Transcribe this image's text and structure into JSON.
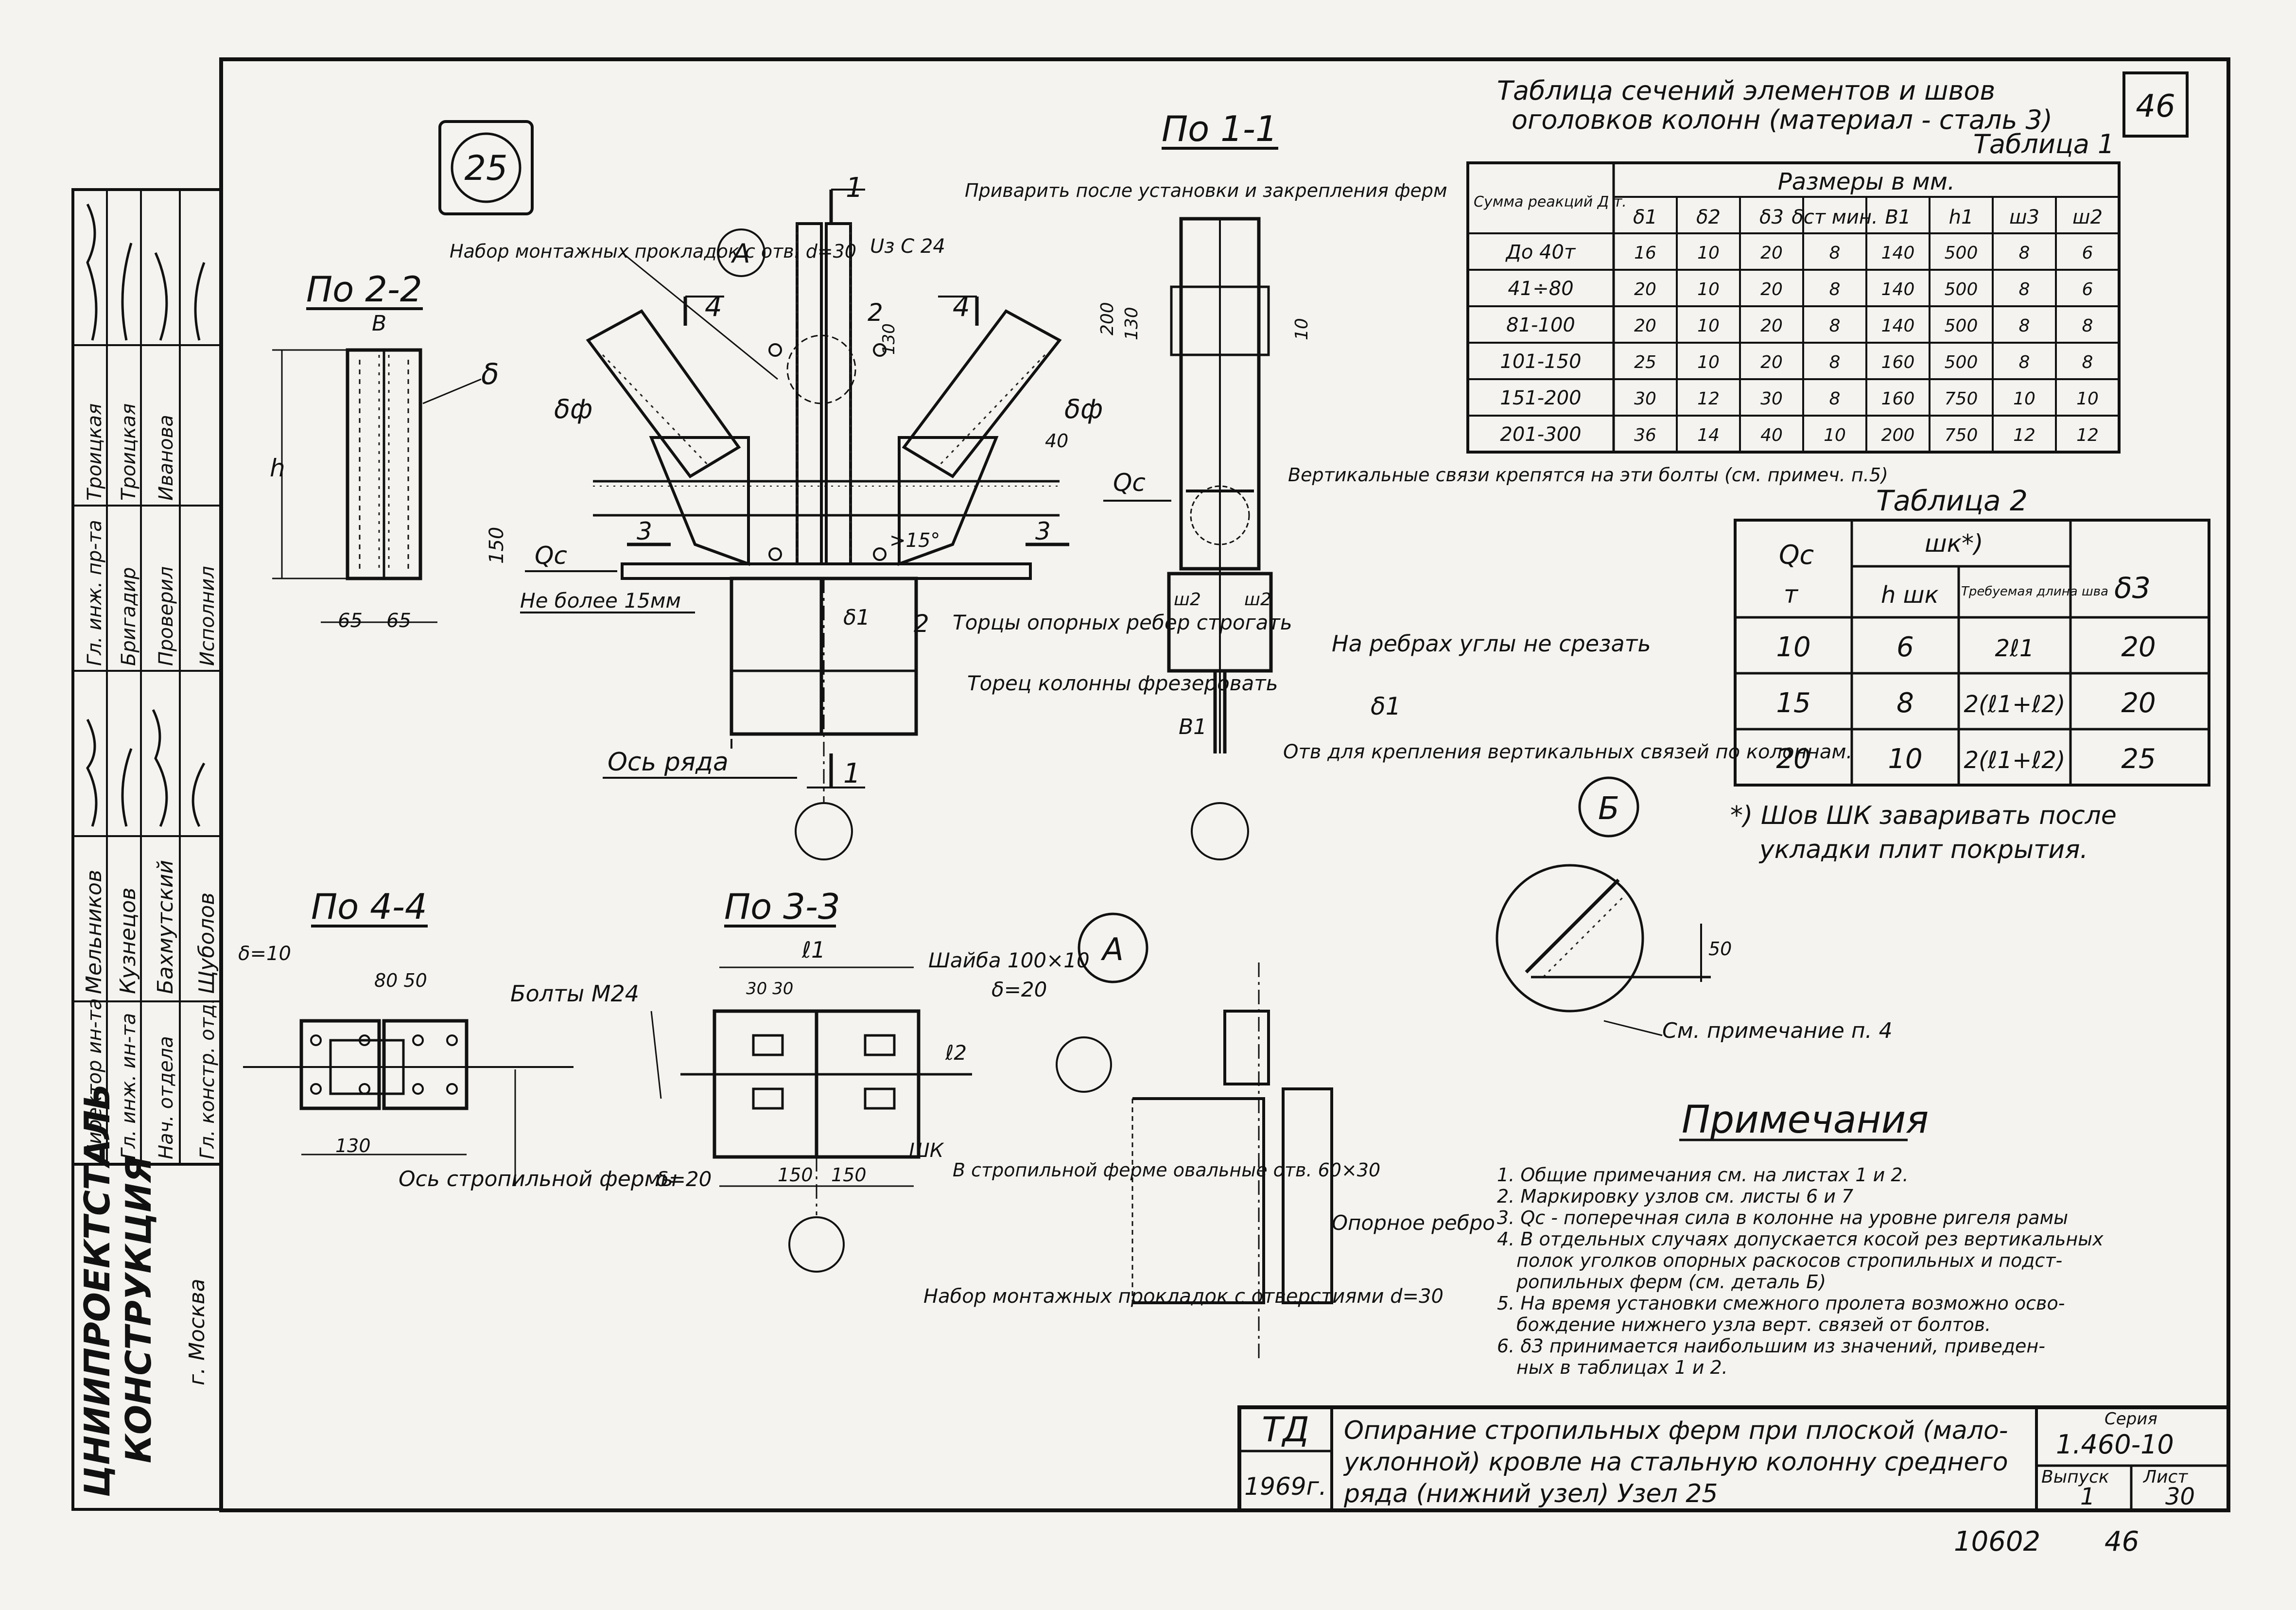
{
  "sheet": {
    "top_number": "46",
    "node_number": "25",
    "bottom_number": "10602",
    "bottom_sheet_ref": "46"
  },
  "organization": {
    "name_line1": "ЦНИИПРОЕКТСТАЛЬ",
    "name_line2": "КОНСТРУКЦИЯ",
    "city": "г. Москва"
  },
  "signatures": [
    {
      "role": "Директор ин-та",
      "name": "Мельников"
    },
    {
      "role": "Гл. инж. ин-та",
      "name": "Кузнецов"
    },
    {
      "role": "Нач. отдела",
      "name": "Бахмутский"
    },
    {
      "role": "Гл. констр. отд.",
      "name": "Щуболов"
    },
    {
      "role": "Гл. инж. пр-та",
      "name": "Бригадир"
    },
    {
      "role": "Проверил",
      "name": "Проверил"
    },
    {
      "role": "Исполнил",
      "name": "Исполнил"
    },
    {
      "role": "Троицкая",
      "name": "Троицкая"
    },
    {
      "role": "Иванова",
      "name": "Иванова"
    }
  ],
  "section_labels": {
    "s11": "По 1-1",
    "s22": "По 2-2",
    "s33": "По 3-3",
    "s44": "По 4-4",
    "node_a": "А",
    "node_b": "Б",
    "marker_1": "1",
    "marker_2": "2",
    "marker_3": "3",
    "marker_4": "4"
  },
  "annotations": {
    "weld_after": "Приварить после установки и закрепления ферм",
    "shims": "Набор монтажных прокладок с отв. d=30",
    "bracing": "Вертикальные связи крепятся на эти болты (см. примеч. п.5)",
    "ribs_plane": "Торцы опорных ребер строгать",
    "column_mill": "Торец колонны фрезеровать",
    "no_cut": "На ребрах углы не срезать",
    "holes_bracing": "Отв для крепления вертикальных связей по колоннам.",
    "row_axis": "Ось ряда",
    "max15": "Не более 15мм",
    "bolts": "Болты М24",
    "washer": "Шайба 100×10",
    "delta20": "δ=20",
    "delta10": "δ=10",
    "truss_axis": "Ось стропильной фермы",
    "oval_holes": "В стропильной ферме овальные отв. 60×30",
    "shims2": "Набор монтажных прокладок с отверстиями d=30",
    "support_rib": "Опорное ребро",
    "see_note": "См. примечание п. 4",
    "uz": "Uз C 24",
    "qc": "Qc",
    "df": "δф",
    "delta": "δ",
    "shk": "ШК",
    "dim_65a": "65",
    "dim_65b": "65",
    "dim_150": "150",
    "dim_200": "200",
    "dim_130": "130",
    "dim_10": "10",
    "dim_40": "40",
    "dim_80_50": "80 50",
    "dim_130b": "130",
    "dim_150a": "150",
    "dim_150b": "150",
    "dim_30_30": "30 30",
    "dim_50": "50",
    "angle15": ">15°",
    "b_label": "B",
    "h_label": "h",
    "l1": "ℓ1",
    "l2": "ℓ2",
    "b1": "B1",
    "d1": "δ1",
    "w2": "ш2"
  },
  "table1": {
    "title_line1": "Таблица сечений элементов и швов",
    "title_line2": "оголовков колонн (материал - сталь 3)",
    "caption": "Таблица 1",
    "col_group": "Размеры в мм.",
    "header_first": "Сумма реакций Д т.",
    "headers": [
      "δ1",
      "δ2",
      "δ3",
      "δст мин.",
      "B1",
      "h1",
      "ш3",
      "ш2"
    ],
    "rows": [
      [
        "До 40т",
        "16",
        "10",
        "20",
        "8",
        "140",
        "500",
        "8",
        "6"
      ],
      [
        "41÷80",
        "20",
        "10",
        "20",
        "8",
        "140",
        "500",
        "8",
        "6"
      ],
      [
        "81-100",
        "20",
        "10",
        "20",
        "8",
        "140",
        "500",
        "8",
        "8"
      ],
      [
        "101-150",
        "25",
        "10",
        "20",
        "8",
        "160",
        "500",
        "8",
        "8"
      ],
      [
        "151-200",
        "30",
        "12",
        "30",
        "8",
        "160",
        "750",
        "10",
        "10"
      ],
      [
        "201-300",
        "36",
        "14",
        "40",
        "10",
        "200",
        "750",
        "12",
        "12"
      ]
    ]
  },
  "table2": {
    "caption": "Таблица 2",
    "h_qc": "Qc",
    "h_qc_unit": "т",
    "h_shk": "шк*)",
    "h_hshk": "h шк",
    "h_len": "Требуемая длина шва",
    "h_d3": "δ3",
    "rows": [
      [
        "10",
        "6",
        "2ℓ1",
        "20"
      ],
      [
        "15",
        "8",
        "2(ℓ1+ℓ2)",
        "20"
      ],
      [
        "20",
        "10",
        "2(ℓ1+ℓ2)",
        "25"
      ]
    ],
    "footnote_line1": "*) Шов ШК заваривать после",
    "footnote_line2": "укладки плит покрытия."
  },
  "notes": {
    "title": "Примечания",
    "items": [
      "1. Общие примечания см. на листах 1 и 2.",
      "2. Маркировку узлов см. листы 6 и 7",
      "3. Qc - поперечная сила в колонне на уровне ригеля рамы",
      "4. В отдельных случаях допускается косой рез вертикальных",
      "полок уголков опорных раскосов стропильных и подст-",
      "ропильных ферм (см. деталь Б)",
      "5. На время установки смежного пролета возможно осво-",
      "бождение нижнего узла верт. связей от болтов.",
      "6. δ3 принимается наибольшим из значений, приведен-",
      "ных в таблицах 1 и 2."
    ]
  },
  "title_block": {
    "td": "ТД",
    "year": "1969г.",
    "title_line1": "Опирание стропильных ферм при плоской (мало-",
    "title_line2": "уклонной) кровле на стальную колонну среднего",
    "title_line3": "ряда (нижний узел) Узел 25",
    "series_label": "Серия",
    "series_value": "1.460-10",
    "issue_label": "Выпуск",
    "issue_value": "1",
    "sheet_label": "Лист",
    "sheet_value": "30"
  }
}
